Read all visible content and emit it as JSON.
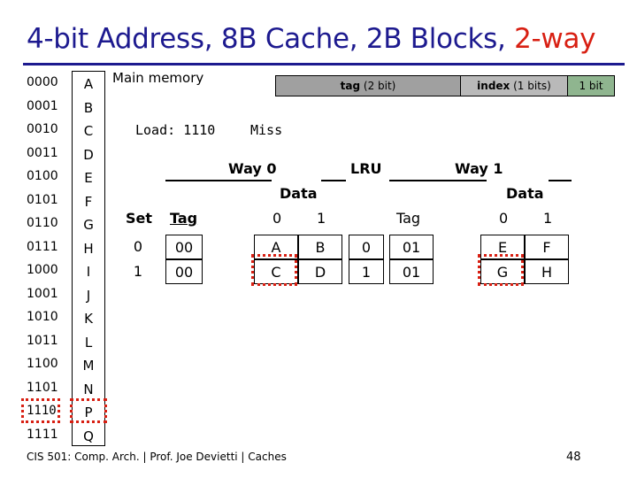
{
  "title": {
    "main": "4-bit Address, 8B Cache, 2B Blocks, ",
    "assoc": "2-way"
  },
  "memory": {
    "label": "Main memory",
    "rows": [
      {
        "addr": "0000",
        "val": "A"
      },
      {
        "addr": "0001",
        "val": "B"
      },
      {
        "addr": "0010",
        "val": "C"
      },
      {
        "addr": "0011",
        "val": "D"
      },
      {
        "addr": "0100",
        "val": "E"
      },
      {
        "addr": "0101",
        "val": "F"
      },
      {
        "addr": "0110",
        "val": "G"
      },
      {
        "addr": "0111",
        "val": "H"
      },
      {
        "addr": "1000",
        "val": "I"
      },
      {
        "addr": "1001",
        "val": "J"
      },
      {
        "addr": "1010",
        "val": "K"
      },
      {
        "addr": "1011",
        "val": "L"
      },
      {
        "addr": "1100",
        "val": "M"
      },
      {
        "addr": "1101",
        "val": "N"
      },
      {
        "addr": "1110",
        "val": "P"
      },
      {
        "addr": "1111",
        "val": "Q"
      }
    ],
    "highlight_addr": "1110"
  },
  "address_bar": {
    "tag": {
      "name": "tag",
      "bits": "(2 bit)"
    },
    "index": {
      "name": "index",
      "bits": "(1 bits)"
    },
    "offset": {
      "bits": "1 bit"
    }
  },
  "load": {
    "label": "Load:",
    "address": "1110",
    "result": "Miss"
  },
  "cache": {
    "way0": "Way 0",
    "lru": "LRU",
    "way1": "Way 1",
    "data_label": "Data",
    "set_header": "Set",
    "tag_header": "Tag",
    "col0": "0",
    "col1": "1",
    "rows": [
      {
        "set": "0",
        "w0_tag": "00",
        "w0_d0": "A",
        "w0_d1": "B",
        "lru": "0",
        "w1_tag": "01",
        "w1_d0": "E",
        "w1_d1": "F"
      },
      {
        "set": "1",
        "w0_tag": "00",
        "w0_d0": "C",
        "w0_d1": "D",
        "lru": "1",
        "w1_tag": "01",
        "w1_d0": "G",
        "w1_d1": "H"
      }
    ]
  },
  "footer": {
    "text": "CIS 501: Comp. Arch.  |  Prof. Joe Devietti  |  Caches",
    "page": "48"
  }
}
